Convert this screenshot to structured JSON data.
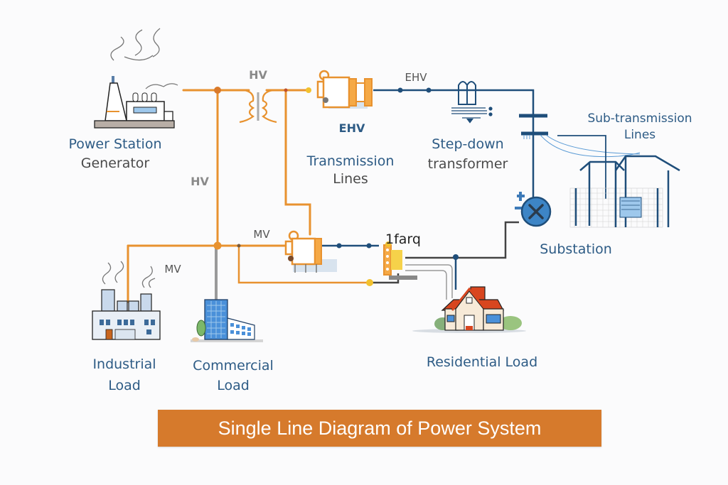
{
  "title": "Single Line Diagram of Power System",
  "colors": {
    "hv_line": "#e8922f",
    "ehv_line": "#1f4e7a",
    "lv_line": "#444444",
    "banner": "#d67a2c",
    "label_blue": "#2d5b85"
  },
  "nodes": {
    "power_station": {
      "line1": "Power Station",
      "line2": "Generator",
      "icon": "power-plant-icon"
    },
    "transmission": {
      "line1": "Transmission",
      "line2": "Lines",
      "icon": "transformer-icon"
    },
    "step_down": {
      "line1": "Step-down",
      "line2": "transformer",
      "icon": "step-down-transformer-icon"
    },
    "sub_transmission": {
      "line1": "Sub-transmission",
      "line2": "Lines",
      "icon": "substation-yard-icon"
    },
    "substation": {
      "label": "Substation",
      "icon": "circuit-breaker-icon"
    },
    "industrial": {
      "line1": "Industrial",
      "line2": "Load",
      "icon": "factory-icon"
    },
    "commercial": {
      "line1": "Commercial",
      "line2": "Load",
      "icon": "office-building-icon"
    },
    "residential": {
      "label": "Residential Load",
      "icon": "house-icon"
    },
    "distribution": {
      "label": "1farq",
      "icon": "distribution-panel-icon"
    }
  },
  "voltage_labels": {
    "hv_top": "HV",
    "hv_left": "HV",
    "ehv_line": "EHV",
    "ehv_under": "EHV",
    "mv_mid": "MV",
    "mv_left": "MV"
  }
}
